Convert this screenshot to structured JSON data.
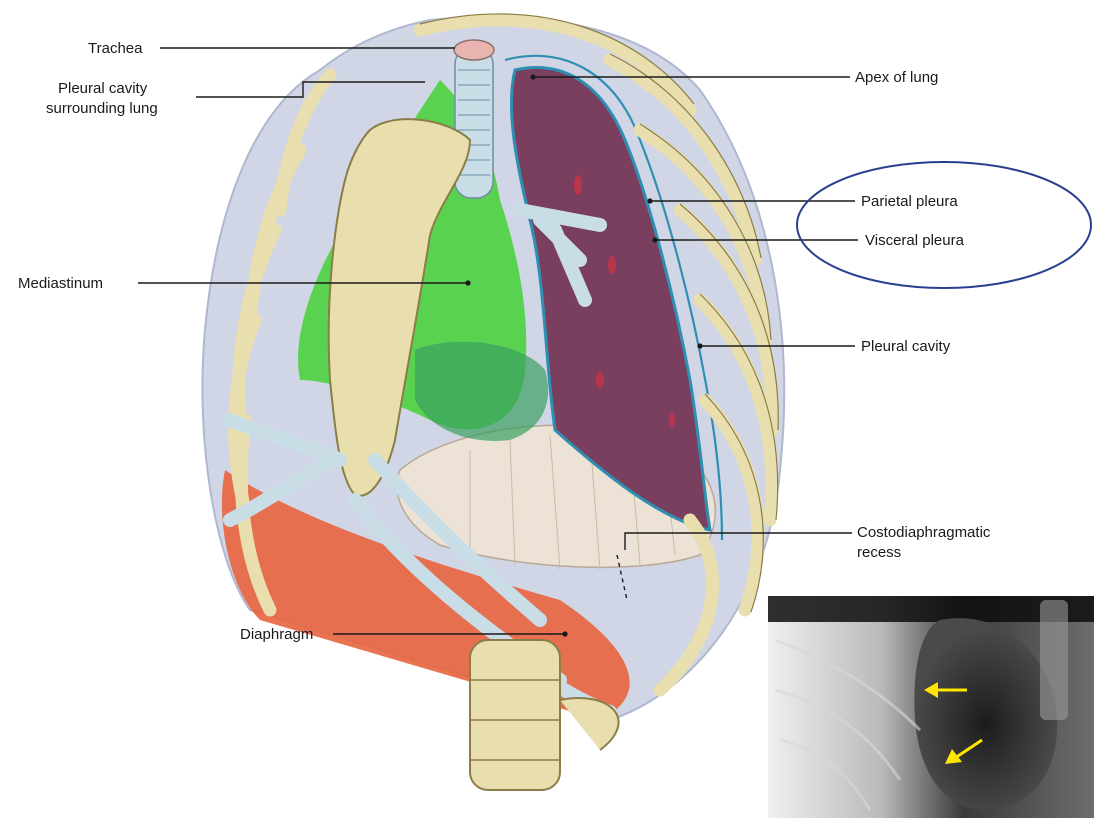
{
  "labels": {
    "trachea": "Trachea",
    "pleural_cavity_surrounding_lung": [
      "Pleural cavity",
      "surrounding lung"
    ],
    "apex_of_lung": "Apex of lung",
    "parietal_pleura": "Parietal pleura",
    "visceral_pleura": "Visceral pleura",
    "mediastinum": "Mediastinum",
    "pleural_cavity": "Pleural cavity",
    "costodiaphragmatic_recess": [
      "Costodiaphragmatic",
      "recess"
    ],
    "diaphragm": "Diaphragm"
  },
  "colors": {
    "bone": "#e9dfae",
    "bone_outline": "#8a7d48",
    "cartilage": "#c9dde6",
    "mediastinum": "#48d13a",
    "lung": "#7a3f5e",
    "pleura_line": "#2f8fb3",
    "pleural_cavity": "#aab6d3",
    "diaphragm_muscle": "#e8643f",
    "diaphragm_dome": "#ece3d6",
    "highlight_ellipse": "#2b3f8f",
    "xray_arrow": "#ffe600"
  },
  "xray_inset": {
    "arrow_count": 2,
    "arrow_color_name": "yellow"
  }
}
